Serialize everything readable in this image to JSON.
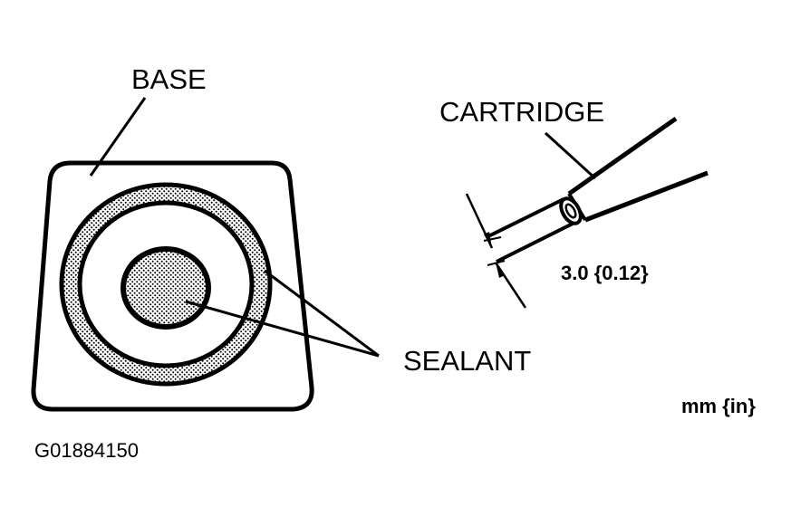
{
  "labels": {
    "base": "BASE",
    "cartridge": "CARTRIDGE",
    "sealant": "SEALANT",
    "dimension": "3.0 {0.12}",
    "units": "mm {in}",
    "figure_id": "G01884150"
  },
  "colors": {
    "ink": "#000000",
    "paper": "#ffffff"
  }
}
